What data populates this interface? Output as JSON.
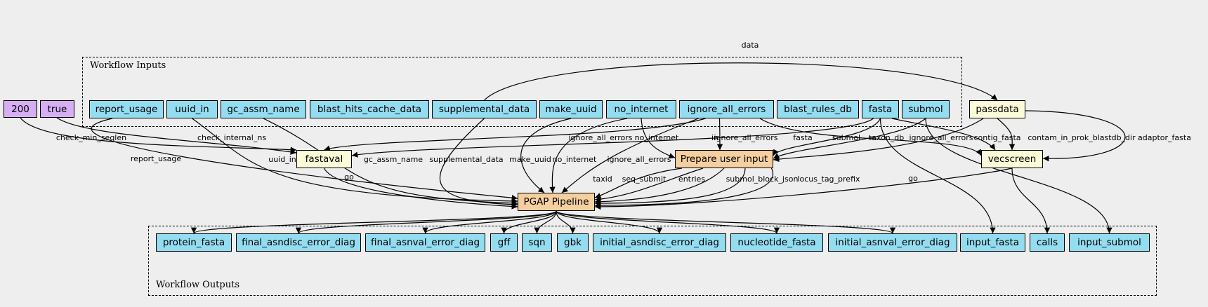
{
  "clusters": {
    "inputs_label": "Workflow Inputs",
    "outputs_label": "Workflow Outputs"
  },
  "nodes": {
    "p200": "200",
    "ptrue": "true",
    "report_usage": "report_usage",
    "uuid_in": "uuid_in",
    "gc_assm_name": "gc_assm_name",
    "blast_hits_cache_data": "blast_hits_cache_data",
    "supplemental_data": "supplemental_data",
    "make_uuid": "make_uuid",
    "no_internet": "no_internet",
    "ignore_all_errors": "ignore_all_errors",
    "blast_rules_db": "blast_rules_db",
    "fasta": "fasta",
    "submol": "submol",
    "passdata": "passdata",
    "fastaval": "fastaval",
    "prepare": "Prepare user input",
    "vecscreen": "vecscreen",
    "pgap": "PGAP Pipeline",
    "protein_fasta": "protein_fasta",
    "final_asndisc_error_diag": "final_asndisc_error_diag",
    "final_asnval_error_diag": "final_asnval_error_diag",
    "gff": "gff",
    "sqn": "sqn",
    "gbk": "gbk",
    "initial_asndisc_error_diag": "initial_asndisc_error_diag",
    "nucleotide_fasta": "nucleotide_fasta",
    "initial_asnval_error_diag": "initial_asnval_error_diag",
    "input_fasta": "input_fasta",
    "calls": "calls",
    "input_submol": "input_submol"
  },
  "edges": [
    {
      "from": "supplemental_data",
      "to": "passdata",
      "label": "data"
    },
    {
      "from": "p200",
      "to": "fastaval",
      "label": "check_min_seqlen"
    },
    {
      "from": "ptrue",
      "to": "fastaval",
      "label": "check_internal_ns"
    },
    {
      "from": "ignore_all_errors",
      "to": "fastaval",
      "label": "ignore_all_errors"
    },
    {
      "from": "fasta",
      "to": "fastaval",
      "label": "in"
    },
    {
      "from": "report_usage",
      "to": "pgap",
      "label": "report_usage"
    },
    {
      "from": "uuid_in",
      "to": "pgap",
      "label": "uuid_in"
    },
    {
      "from": "gc_assm_name",
      "to": "pgap",
      "label": "gc_assm_name"
    },
    {
      "from": "supplemental_data",
      "to": "pgap",
      "label": "supplemental_data"
    },
    {
      "from": "make_uuid",
      "to": "pgap",
      "label": "make_uuid"
    },
    {
      "from": "no_internet",
      "to": "pgap",
      "label": "no_internet"
    },
    {
      "from": "ignore_all_errors",
      "to": "pgap",
      "label": "ignore_all_errors"
    },
    {
      "from": "fastaval",
      "to": "pgap",
      "label": "go"
    },
    {
      "from": "no_internet",
      "to": "prepare",
      "label": "no_internet"
    },
    {
      "from": "ignore_all_errors",
      "to": "prepare",
      "label": "ignore_all_errors"
    },
    {
      "from": "fasta",
      "to": "prepare",
      "label": "fasta"
    },
    {
      "from": "submol",
      "to": "prepare",
      "label": "submol"
    },
    {
      "from": "passdata",
      "to": "prepare",
      "label": "taxon_db"
    },
    {
      "from": "ignore_all_errors",
      "to": "vecscreen",
      "label": "ignore_all_errors"
    },
    {
      "from": "fasta",
      "to": "vecscreen",
      "label": "contig_fasta"
    },
    {
      "from": "passdata",
      "to": "vecscreen",
      "label": "contam_in_prok_blastdb_dir"
    },
    {
      "from": "passdata",
      "to": "vecscreen",
      "label": "adaptor_fasta"
    },
    {
      "from": "prepare",
      "to": "pgap",
      "label": "taxid"
    },
    {
      "from": "prepare",
      "to": "pgap",
      "label": "seq_submit"
    },
    {
      "from": "prepare",
      "to": "pgap",
      "label": "entries"
    },
    {
      "from": "prepare",
      "to": "pgap",
      "label": "submol_block_json"
    },
    {
      "from": "prepare",
      "to": "pgap",
      "label": "locus_tag_prefix"
    },
    {
      "from": "vecscreen",
      "to": "pgap",
      "label": "go"
    },
    {
      "from": "pgap",
      "to": "protein_fasta",
      "label": ""
    },
    {
      "from": "pgap",
      "to": "final_asndisc_error_diag",
      "label": ""
    },
    {
      "from": "pgap",
      "to": "final_asnval_error_diag",
      "label": ""
    },
    {
      "from": "pgap",
      "to": "gff",
      "label": ""
    },
    {
      "from": "pgap",
      "to": "sqn",
      "label": ""
    },
    {
      "from": "pgap",
      "to": "gbk",
      "label": ""
    },
    {
      "from": "pgap",
      "to": "initial_asndisc_error_diag",
      "label": ""
    },
    {
      "from": "pgap",
      "to": "nucleotide_fasta",
      "label": ""
    },
    {
      "from": "pgap",
      "to": "initial_asnval_error_diag",
      "label": ""
    },
    {
      "from": "fasta",
      "to": "input_fasta",
      "label": ""
    },
    {
      "from": "vecscreen",
      "to": "calls",
      "label": ""
    },
    {
      "from": "submol",
      "to": "input_submol",
      "label": ""
    }
  ]
}
